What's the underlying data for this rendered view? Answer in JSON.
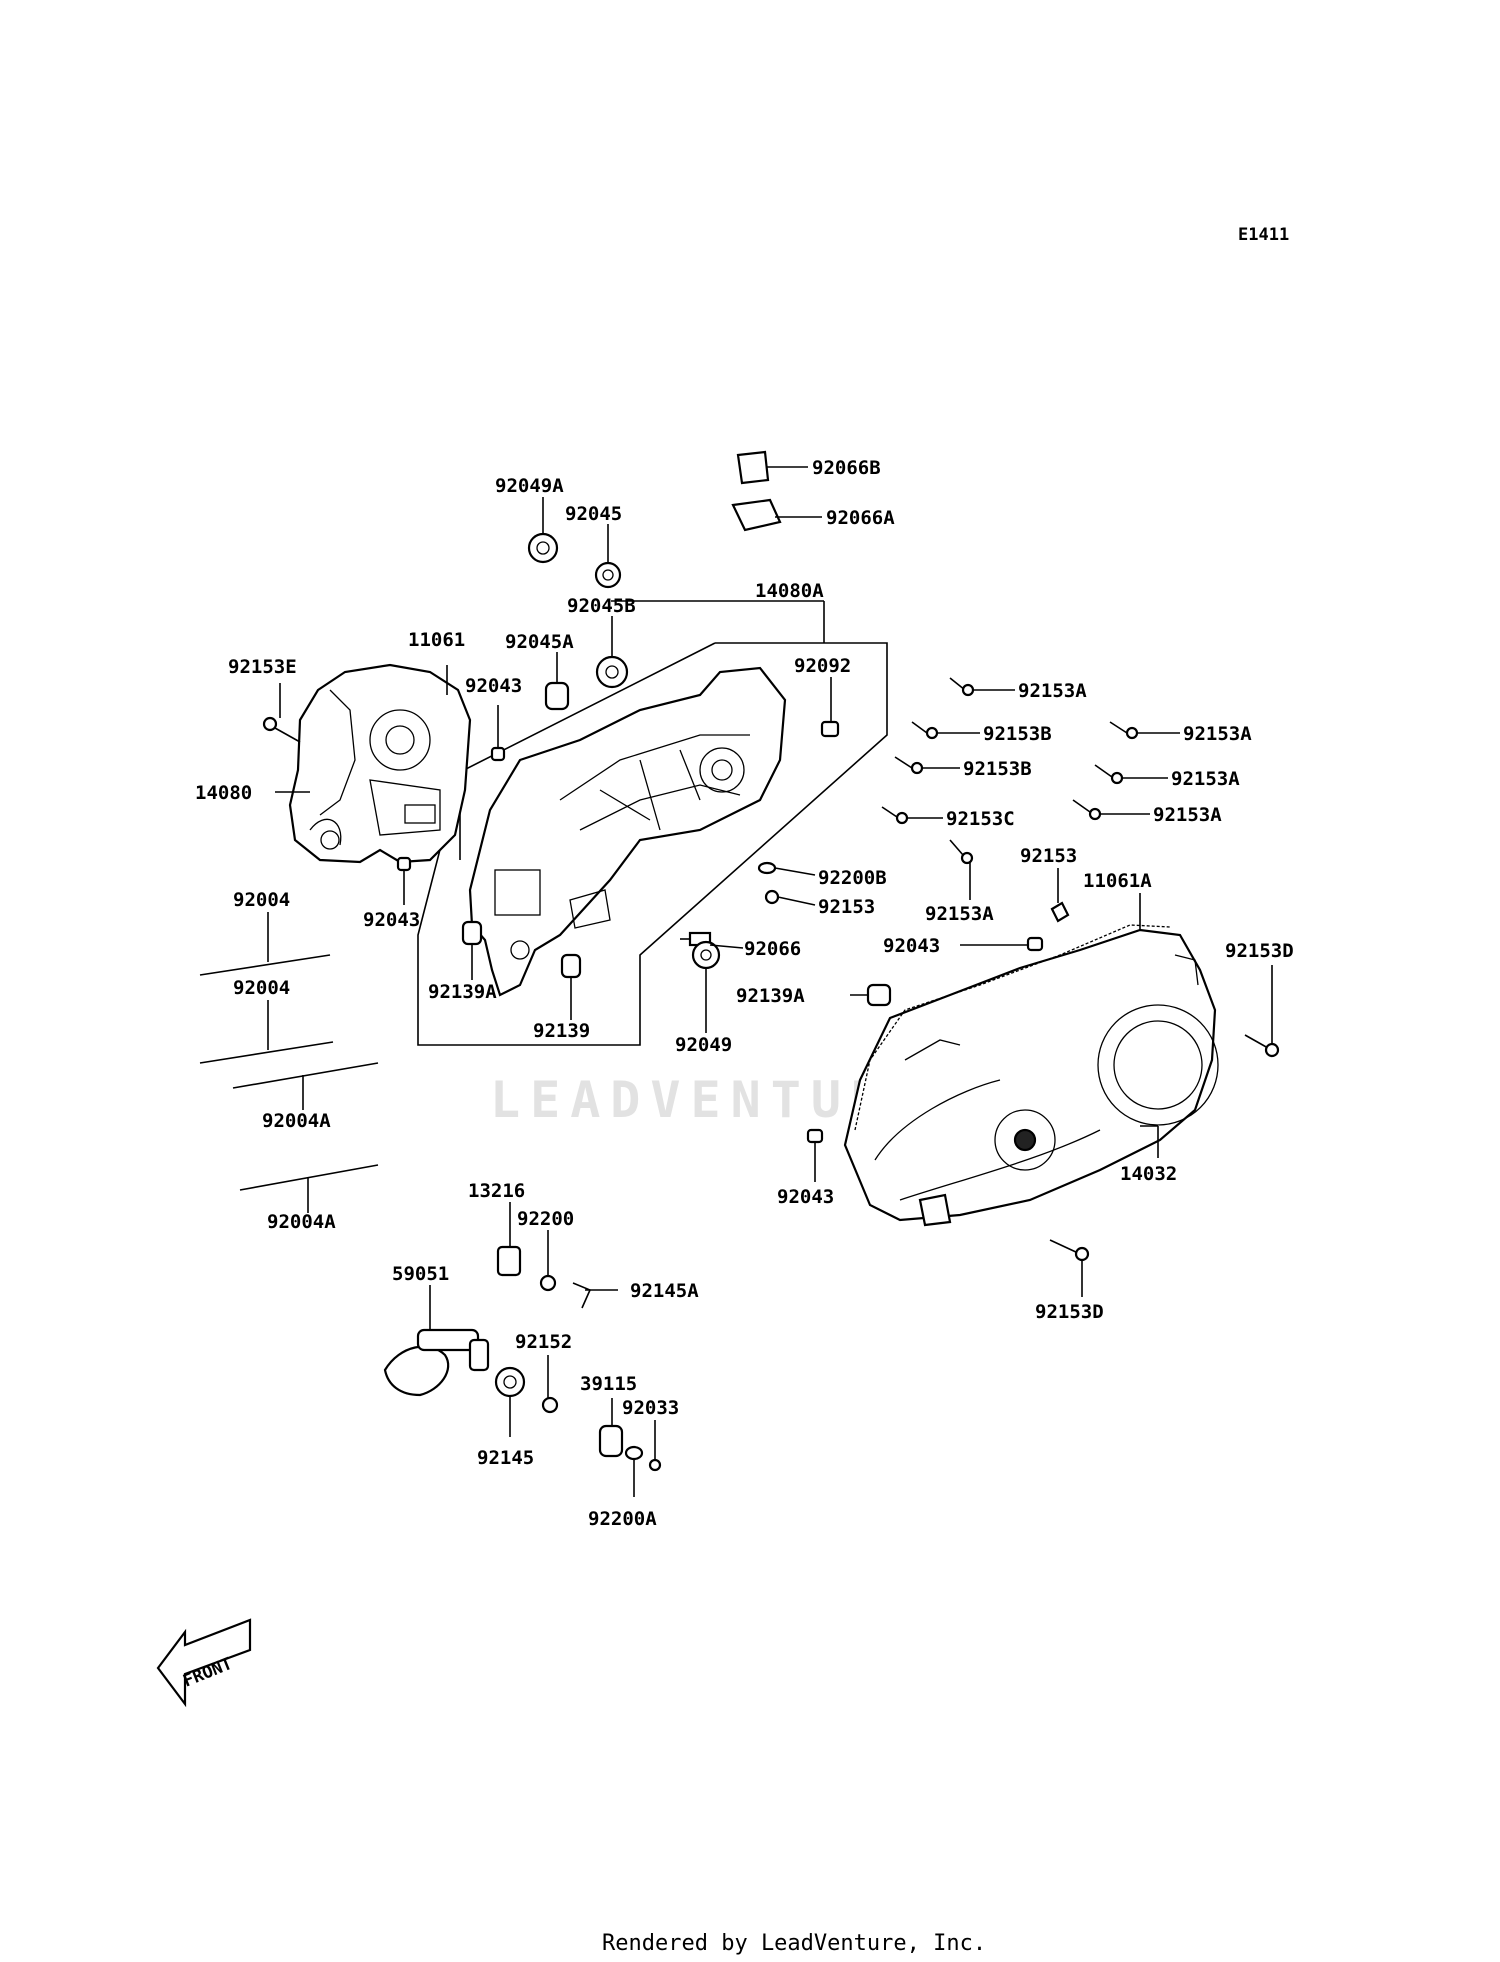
{
  "diagram_code": "E1411",
  "watermark": "LEADVENTURE",
  "footer": "Rendered by LeadVenture, Inc.",
  "front_label": "FRONT",
  "labels": [
    {
      "id": "l01",
      "text": "92049A"
    },
    {
      "id": "l02",
      "text": "92045"
    },
    {
      "id": "l03",
      "text": "92045B"
    },
    {
      "id": "l04",
      "text": "92045A"
    },
    {
      "id": "l05",
      "text": "92066B"
    },
    {
      "id": "l06",
      "text": "92066A"
    },
    {
      "id": "l07",
      "text": "14080A"
    },
    {
      "id": "l08",
      "text": "92092"
    },
    {
      "id": "l09",
      "text": "11061"
    },
    {
      "id": "l10",
      "text": "92153E"
    },
    {
      "id": "l11",
      "text": "92043"
    },
    {
      "id": "l12",
      "text": "14080"
    },
    {
      "id": "l13",
      "text": "92043"
    },
    {
      "id": "l14",
      "text": "92004"
    },
    {
      "id": "l15",
      "text": "92004"
    },
    {
      "id": "l16",
      "text": "92004A"
    },
    {
      "id": "l17",
      "text": "92004A"
    },
    {
      "id": "l18",
      "text": "92139A"
    },
    {
      "id": "l19",
      "text": "92139"
    },
    {
      "id": "l20",
      "text": "92049"
    },
    {
      "id": "l21",
      "text": "92066"
    },
    {
      "id": "l22",
      "text": "92153"
    },
    {
      "id": "l23",
      "text": "92200B"
    },
    {
      "id": "l24",
      "text": "92139A"
    },
    {
      "id": "l25",
      "text": "92153A"
    },
    {
      "id": "l26",
      "text": "92153B"
    },
    {
      "id": "l27",
      "text": "92153A"
    },
    {
      "id": "l28",
      "text": "92153B"
    },
    {
      "id": "l29",
      "text": "92153A"
    },
    {
      "id": "l30",
      "text": "92153C"
    },
    {
      "id": "l31",
      "text": "92153A"
    },
    {
      "id": "l32",
      "text": "92153"
    },
    {
      "id": "l33",
      "text": "92153A"
    },
    {
      "id": "l34",
      "text": "11061A"
    },
    {
      "id": "l35",
      "text": "92043"
    },
    {
      "id": "l36",
      "text": "92153D"
    },
    {
      "id": "l37",
      "text": "14032"
    },
    {
      "id": "l38",
      "text": "92043"
    },
    {
      "id": "l39",
      "text": "92153D"
    },
    {
      "id": "l40",
      "text": "13216"
    },
    {
      "id": "l41",
      "text": "92200"
    },
    {
      "id": "l42",
      "text": "59051"
    },
    {
      "id": "l43",
      "text": "92145A"
    },
    {
      "id": "l44",
      "text": "92152"
    },
    {
      "id": "l45",
      "text": "39115"
    },
    {
      "id": "l46",
      "text": "92033"
    },
    {
      "id": "l47",
      "text": "92145"
    },
    {
      "id": "l48",
      "text": "92200A"
    }
  ]
}
